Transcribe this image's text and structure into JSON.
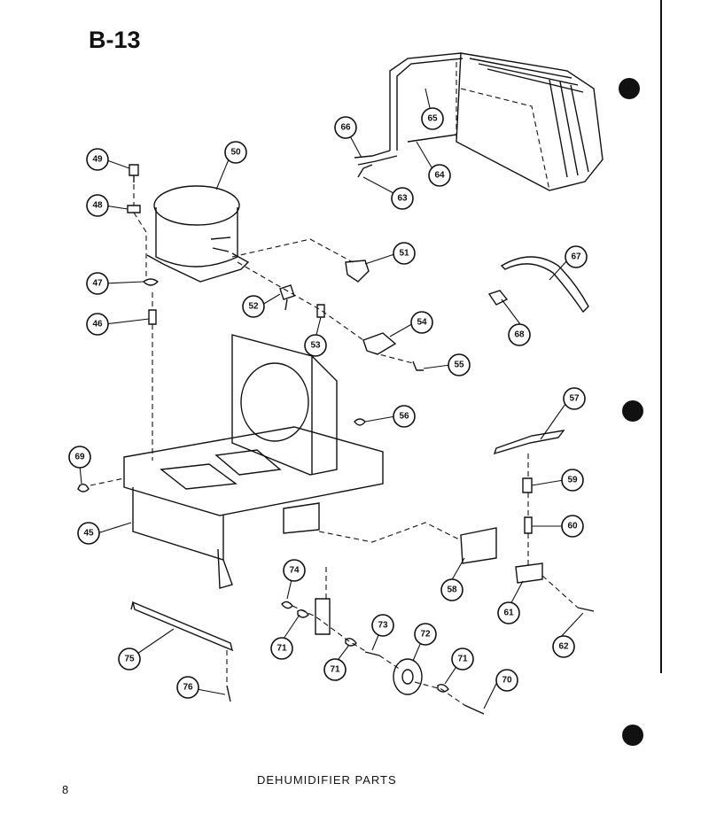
{
  "page": {
    "title": "B-13",
    "number": "8",
    "caption": "DEHUMIDIFIER PARTS"
  },
  "callouts": [
    {
      "id": "c45",
      "label": "45"
    },
    {
      "id": "c46",
      "label": "46"
    },
    {
      "id": "c47",
      "label": "47"
    },
    {
      "id": "c48",
      "label": "48"
    },
    {
      "id": "c49",
      "label": "49"
    },
    {
      "id": "c50",
      "label": "50"
    },
    {
      "id": "c51",
      "label": "51"
    },
    {
      "id": "c52",
      "label": "52"
    },
    {
      "id": "c53",
      "label": "53"
    },
    {
      "id": "c54",
      "label": "54"
    },
    {
      "id": "c55",
      "label": "55"
    },
    {
      "id": "c56",
      "label": "56"
    },
    {
      "id": "c57",
      "label": "57"
    },
    {
      "id": "c58",
      "label": "58"
    },
    {
      "id": "c59",
      "label": "59"
    },
    {
      "id": "c60",
      "label": "60"
    },
    {
      "id": "c61",
      "label": "61"
    },
    {
      "id": "c62",
      "label": "62"
    },
    {
      "id": "c63",
      "label": "63"
    },
    {
      "id": "c64",
      "label": "64"
    },
    {
      "id": "c65",
      "label": "65"
    },
    {
      "id": "c66",
      "label": "66"
    },
    {
      "id": "c67",
      "label": "67"
    },
    {
      "id": "c68",
      "label": "68"
    },
    {
      "id": "c69",
      "label": "69"
    },
    {
      "id": "c70",
      "label": "70"
    },
    {
      "id": "c71a",
      "label": "71"
    },
    {
      "id": "c71b",
      "label": "71"
    },
    {
      "id": "c71c",
      "label": "71"
    },
    {
      "id": "c72",
      "label": "72"
    },
    {
      "id": "c73",
      "label": "73"
    },
    {
      "id": "c74",
      "label": "74"
    },
    {
      "id": "c75",
      "label": "75"
    },
    {
      "id": "c76",
      "label": "76"
    }
  ]
}
